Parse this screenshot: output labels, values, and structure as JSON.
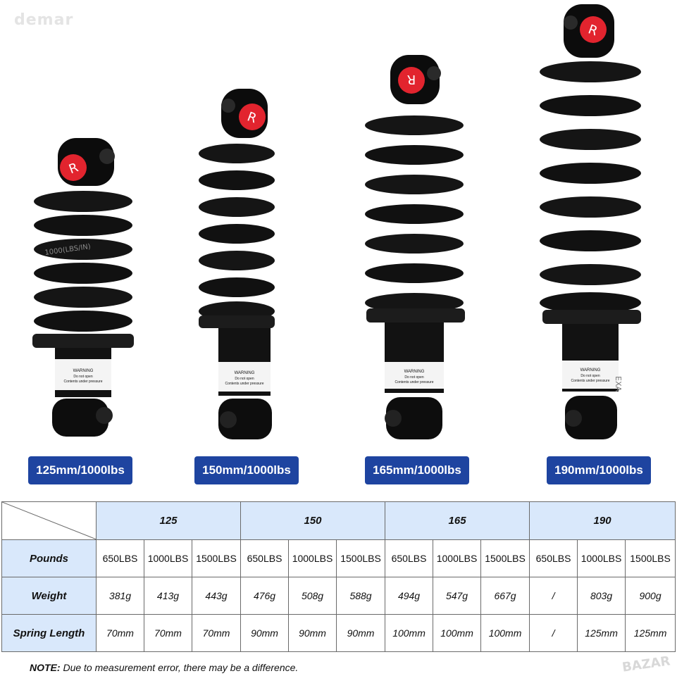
{
  "watermarks": {
    "top_left": "demar",
    "bottom_right": "BAZAR"
  },
  "shock_labels": [
    "125mm/1000lbs",
    "150mm/1000lbs",
    "165mm/1000lbs",
    "190mm/1000lbs"
  ],
  "shock_texts": {
    "logo_letter": "R",
    "spring_rate": "1000(LBS/IN)",
    "warning_title": "WARNING",
    "warning_line1": "Do not open",
    "warning_line2": "Contents under pressure",
    "brand_side": "EXA"
  },
  "table": {
    "groups": [
      "125",
      "150",
      "165",
      "190"
    ],
    "rows": [
      {
        "label": "Pounds",
        "cells": [
          "650LBS",
          "1000LBS",
          "1500LBS",
          "650LBS",
          "1000LBS",
          "1500LBS",
          "650LBS",
          "1000LBS",
          "1500LBS",
          "650LBS",
          "1000LBS",
          "1500LBS"
        ]
      },
      {
        "label": "Weight",
        "cells": [
          "381g",
          "413g",
          "443g",
          "476g",
          "508g",
          "588g",
          "494g",
          "547g",
          "667g",
          "/",
          "803g",
          "900g"
        ]
      },
      {
        "label": "Spring Length",
        "cells": [
          "70mm",
          "70mm",
          "70mm",
          "90mm",
          "90mm",
          "90mm",
          "100mm",
          "100mm",
          "100mm",
          "/",
          "125mm",
          "125mm"
        ]
      }
    ]
  },
  "note": {
    "label": "NOTE:",
    "text": "Due to measurement error, there may be a difference."
  },
  "colors": {
    "label_bg": "#1e44a0",
    "header_bg": "#d9e8fb",
    "logo_red": "#e2242e",
    "spring_black": "#111111"
  }
}
